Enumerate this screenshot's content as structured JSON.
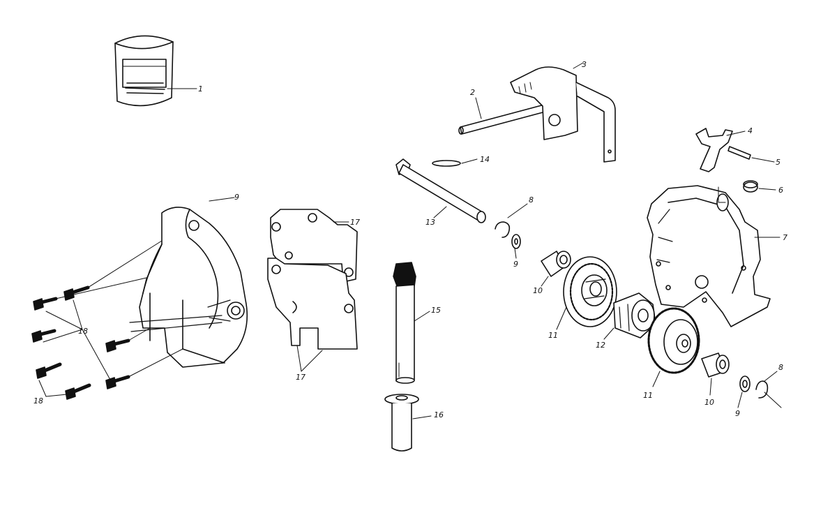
{
  "callouts": {
    "c1": "1",
    "c2": "2",
    "c3": "3",
    "c4": "4",
    "c5": "5",
    "c6": "6",
    "c7": "7",
    "c8a": "8",
    "c8b": "8",
    "c9a": "9",
    "c9b": "9",
    "c9c": "9",
    "c10a": "10",
    "c10b": "10",
    "c11a": "11",
    "c11b": "11",
    "c12": "12",
    "c13": "13",
    "c14": "14",
    "c15": "15",
    "c16": "16",
    "c17a": "17",
    "c17b": "17",
    "c18a": "18",
    "c18b": "18"
  }
}
